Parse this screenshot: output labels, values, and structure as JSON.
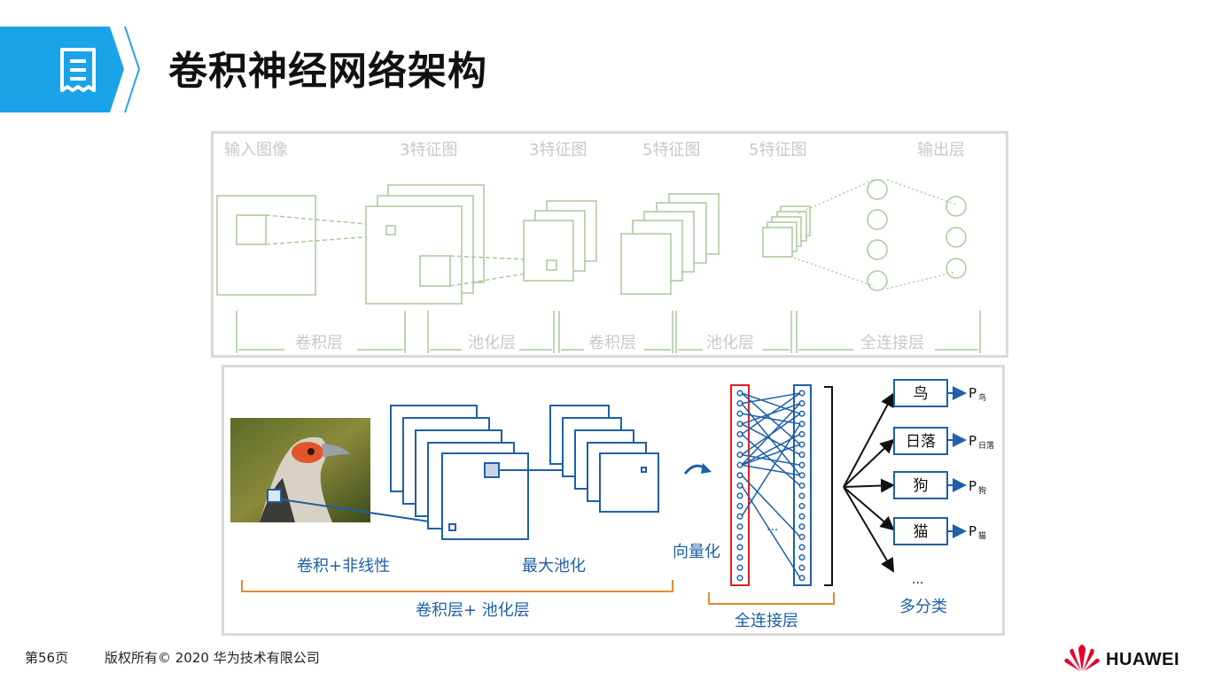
{
  "header": {
    "title": "卷积神经网络架构",
    "icon": "document-list-icon",
    "accent": "#1aa3e8"
  },
  "top_diagram": {
    "column_labels": [
      "输入图像",
      "3特征图",
      "3特征图",
      "5特征图",
      "5特征图",
      "输出层"
    ],
    "stage_labels": [
      "卷积层",
      "池化层",
      "卷积层",
      "池化层",
      "全连接层"
    ],
    "color": "#a9c99a"
  },
  "bottom_diagram": {
    "conv_label": "卷积+非线性",
    "pool_label": "最大池化",
    "flatten_label": "向量化",
    "group_label": "卷积层+ 池化层",
    "fc_label": "全连接层",
    "output_label": "多分类",
    "fc_ellipsis": "...",
    "classes": [
      {
        "name": "鸟",
        "prob": "P",
        "sub": "鸟"
      },
      {
        "name": "日落",
        "prob": "P",
        "sub": "日落"
      },
      {
        "name": "狗",
        "prob": "P",
        "sub": "狗"
      },
      {
        "name": "猫",
        "prob": "P",
        "sub": "猫"
      }
    ],
    "more": "...",
    "blue": "#1f5fa8",
    "orange": "#e8892b",
    "red": "#e02020"
  },
  "footer": {
    "page": "第56页",
    "copyright": "版权所有© 2020 华为技术有限公司",
    "brand": "HUAWEI"
  }
}
